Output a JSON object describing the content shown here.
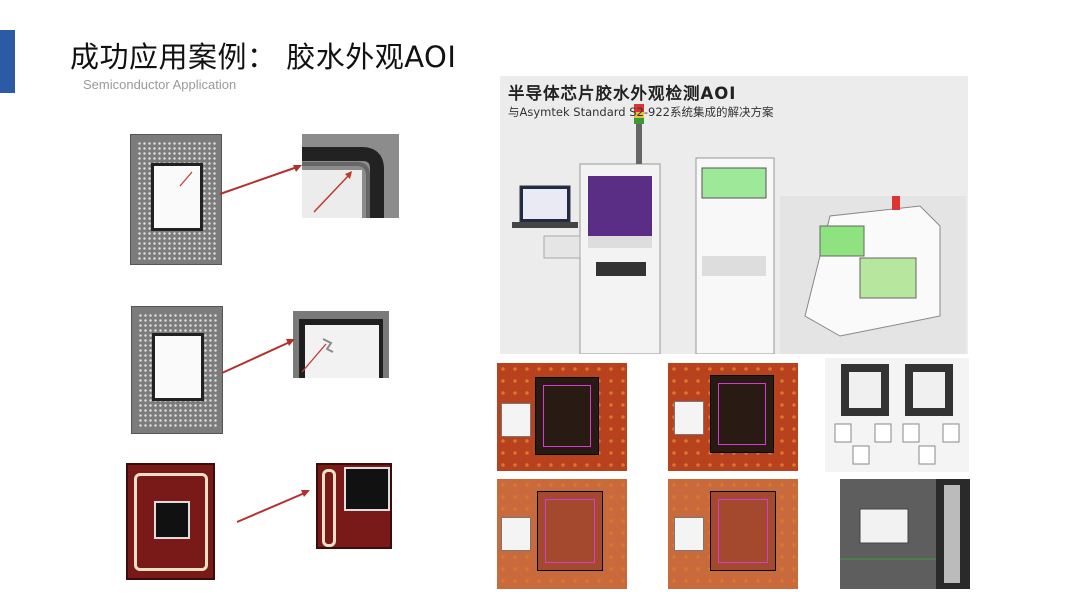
{
  "slide": {
    "title": "成功应用案例：  胶水外观AOI",
    "subtitle": "Semiconductor Application",
    "accent_color": "#2b5aa6"
  },
  "machine_panel": {
    "title": "半导体芯片胶水外观检测AOI",
    "subtitle": "与Asymtek Standard S2-922系统集成的解决方案"
  },
  "colors": {
    "arrow": "#b5302c",
    "inspection_bg": "#b8421e"
  },
  "icons": [
    "arrow-icon",
    "crosshair-icon"
  ]
}
